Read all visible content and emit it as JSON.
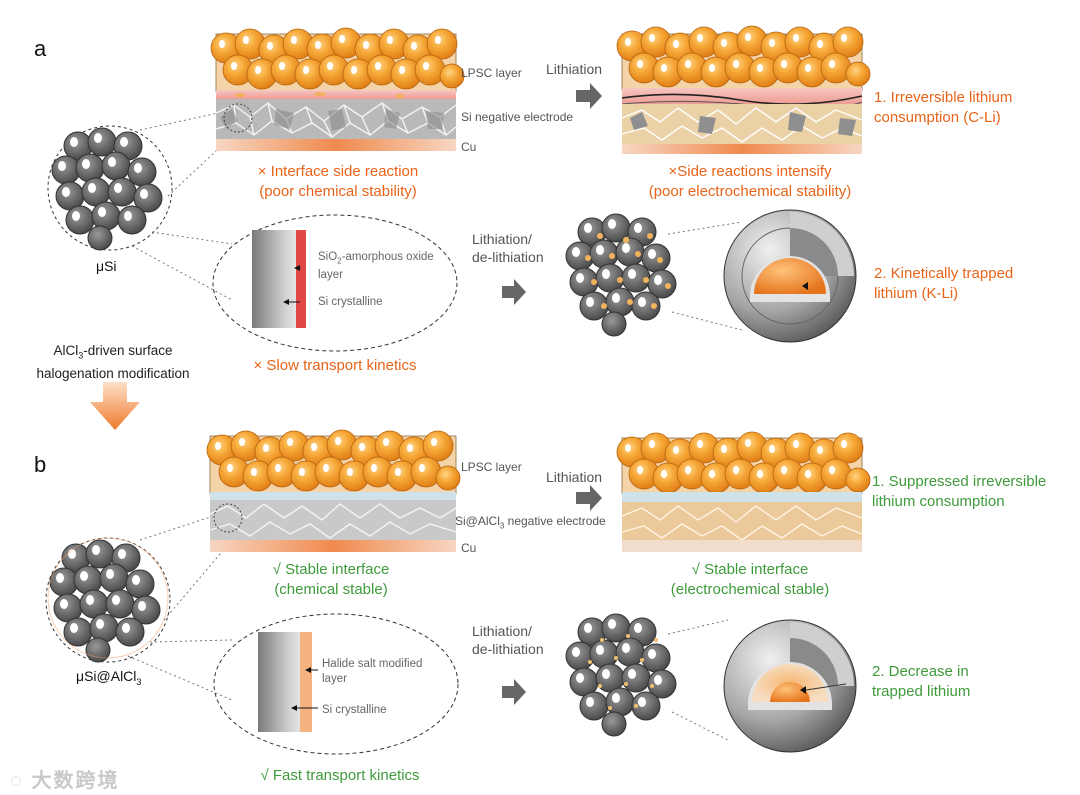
{
  "panels": {
    "a": "a",
    "b": "b"
  },
  "layers": {
    "lpsc_a": "LPSC layer",
    "si_neg": "Si negative electrode",
    "cu_a": "Cu",
    "lpsc_b": "LPSC layer",
    "si_alcl3_prefix": "Si@AlCl",
    "si_alcl3_sub": "3",
    "si_alcl3_suffix": " negative electrode",
    "cu_b": "Cu"
  },
  "arrows": {
    "lith_a": "Lithiation",
    "lith_delith_a_1": "Lithiation/",
    "lith_delith_a_2": "de-lithiation",
    "lith_b": "Lithiation",
    "lith_delith_b_1": "Lithiation/",
    "lith_delith_b_2": "de-lithiation"
  },
  "particles": {
    "usi": "μSi",
    "usi_alcl3_prefix": "μSi@AlCl",
    "usi_alcl3_sub": "3"
  },
  "zoom_a": {
    "sio2_prefix": "SiO",
    "sio2_sub": "2",
    "sio2_suffix": "-amorphous oxide",
    "sio2_line2": "layer",
    "si_cryst": "Si crystalline"
  },
  "zoom_b": {
    "halide_1": "Halide salt modified",
    "halide_2": "layer",
    "si_cryst": "Si crystalline"
  },
  "notes_a": {
    "side_1": "× Interface side reaction",
    "side_2": "(poor chemical stability)",
    "intens_1": "×Side reactions intensify",
    "intens_2": "(poor electrochemical stability)",
    "cli_1": "1. Irreversible lithium",
    "cli_2": "consumption (C-Li)",
    "kli_1": "2. Kinetically trapped",
    "kli_2": "lithium (K-Li)",
    "slow": "× Slow transport kinetics"
  },
  "modification": {
    "line1_prefix": "AlCl",
    "line1_sub": "3",
    "line1_suffix": "-driven surface",
    "line2": "halogenation modification"
  },
  "notes_b": {
    "stable_1": "√ Stable interface",
    "stable_2": "(chemical stable)",
    "estable_1": "√ Stable interface",
    "estable_2": "(electrochemical stable)",
    "supp_1": "1. Suppressed irreversible",
    "supp_2": "lithium consumption",
    "dec_1": "2. Decrease in",
    "dec_2": "trapped lithium",
    "fast": "√ Fast transport kinetics"
  },
  "watermark": "大数跨境",
  "colors": {
    "orange": "#e8641a",
    "green": "#3f9a3c",
    "lpsc": "#f2a23a",
    "si_grey": "#6e6e6e",
    "cu": "#f3b58a"
  }
}
